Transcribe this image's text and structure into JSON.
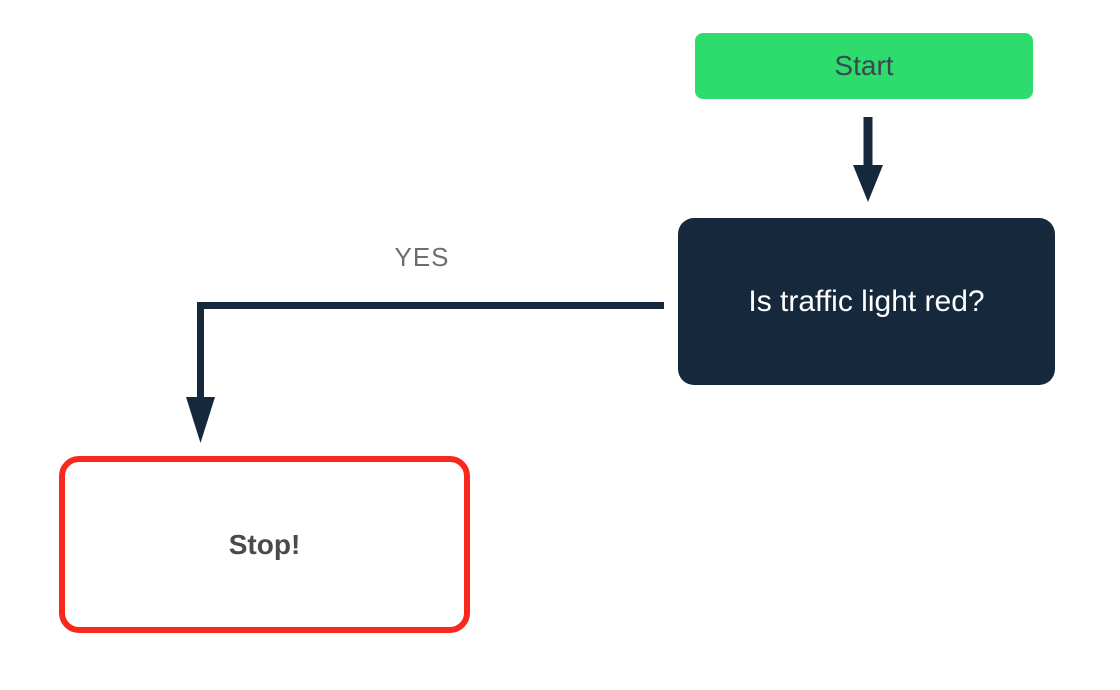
{
  "diagram": {
    "type": "flowchart",
    "background": "#ffffff",
    "nodes": [
      {
        "id": "start",
        "label": "Start",
        "shape": "rounded-rect",
        "fill": "#2edc6e",
        "text_color": "#3d4651"
      },
      {
        "id": "question",
        "label": "Is traffic light red?",
        "shape": "rounded-rect",
        "fill": "#16293c",
        "text_color": "#ffffff"
      },
      {
        "id": "stop",
        "label": "Stop!",
        "shape": "rounded-rect",
        "fill": "#ffffff",
        "border_color": "#f7291d",
        "text_color": "#4a4a4a"
      }
    ],
    "edges": [
      {
        "from": "start",
        "to": "question",
        "label": "",
        "color": "#16293c",
        "style": "straight-down-arrow"
      },
      {
        "from": "question",
        "to": "stop",
        "label": "YES",
        "color": "#16293c",
        "label_color": "#6e6e6e",
        "style": "elbow-left-then-down-arrow"
      }
    ]
  },
  "colors": {
    "background": "#ffffff",
    "green": "#2edc6e",
    "navy": "#16293c",
    "red": "#f7291d",
    "yes-gray": "#6e6e6e",
    "start-text": "#3d4651",
    "stop-text": "#4a4a4a"
  }
}
